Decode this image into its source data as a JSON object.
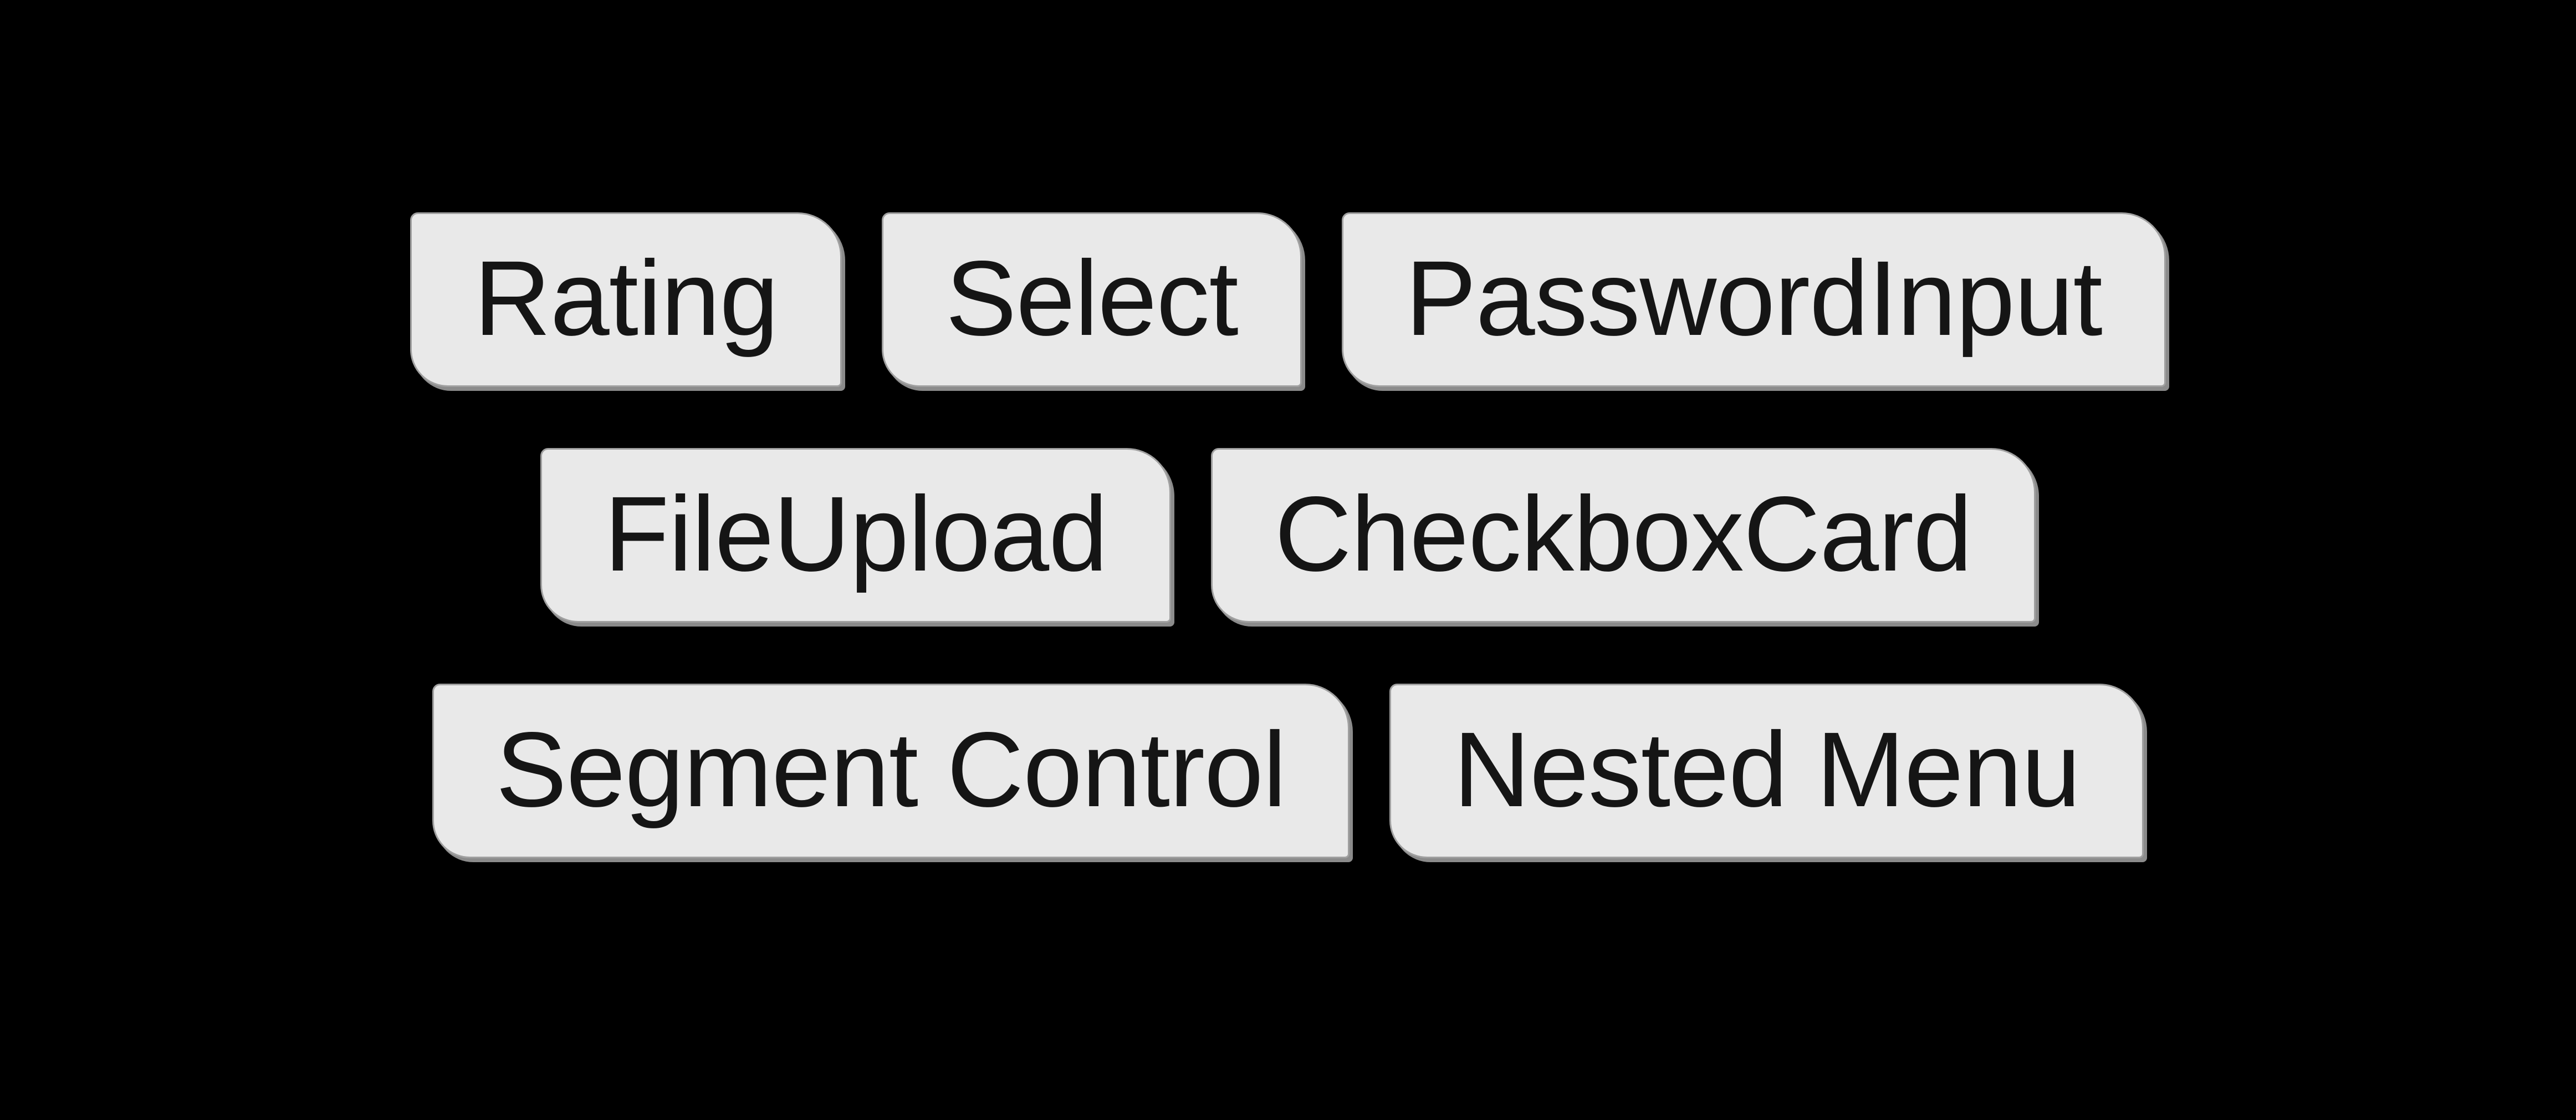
{
  "background_color": "#000000",
  "chip_style": {
    "fill_color": "#e9e9e9",
    "border_color": "#a0a0a0",
    "shadow_color": "#8b8b8b",
    "text_color": "#151515"
  },
  "rows": [
    {
      "items": [
        {
          "label": "Rating"
        },
        {
          "label": "Select"
        },
        {
          "label": "PasswordInput"
        }
      ]
    },
    {
      "items": [
        {
          "label": "FileUpload"
        },
        {
          "label": "CheckboxCard"
        }
      ]
    },
    {
      "items": [
        {
          "label": "Segment Control"
        },
        {
          "label": "Nested Menu"
        }
      ]
    }
  ]
}
